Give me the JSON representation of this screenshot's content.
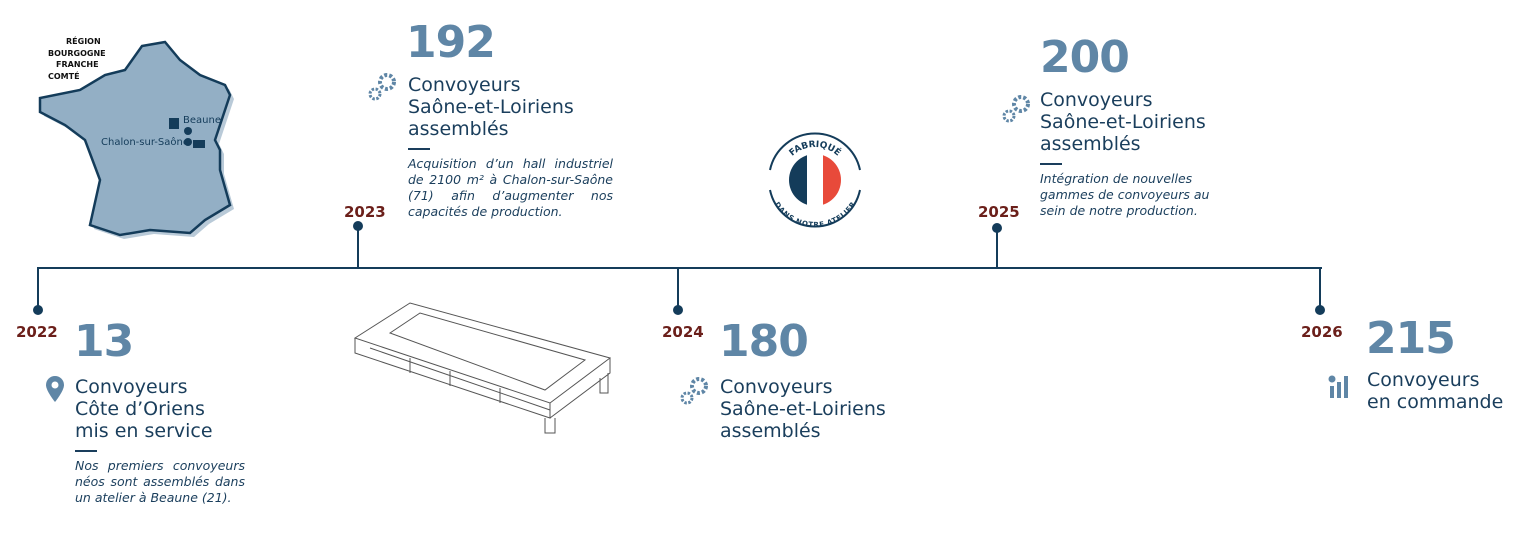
{
  "map": {
    "region_logo": [
      "RÉGION",
      "BOURGOGNE",
      "FRANCHE",
      "COMTÉ"
    ],
    "city_beaune": "Beaune",
    "city_chalon": "Chalon-sur-Saône"
  },
  "badge": {
    "top_text": "FABRIQUÉ",
    "bottom_text": "DANS NOTRE ATELIER"
  },
  "milestones": [
    {
      "year": "2022",
      "number": "13",
      "title": [
        "Convoyeurs",
        "Côte d’Oriens",
        "mis en service"
      ],
      "description": "Nos premiers convoyeurs néos sont assemblés dans un atelier à Beaune (21).",
      "icon": "map-pin-icon"
    },
    {
      "year": "2023",
      "number": "192",
      "title": [
        "Convoyeurs",
        "Saône-et-Loiriens",
        "assemblés"
      ],
      "description": "Acquisition d’un hall industriel de 2100 m² à Chalon-sur-Saône (71) afin d’augmenter nos capacités de production.",
      "icon": "gears-icon"
    },
    {
      "year": "2024",
      "number": "180",
      "title": [
        "Convoyeurs",
        "Saône-et-Loiriens",
        "assemblés"
      ],
      "icon": "gears-icon"
    },
    {
      "year": "2025",
      "number": "200",
      "title": [
        "Convoyeurs",
        "Saône-et-Loiriens",
        "assemblés"
      ],
      "description": "Intégration de nouvelles gammes de convoyeurs au sein de notre production.",
      "icon": "gears-icon"
    },
    {
      "year": "2026",
      "number": "215",
      "title": [
        "Convoyeurs",
        "en commande"
      ],
      "icon": "bar-chart-icon"
    }
  ],
  "colors": {
    "navy": "#143c5a",
    "number": "#5f86a6",
    "year": "#6b1f1a",
    "map": "#93afc5"
  }
}
